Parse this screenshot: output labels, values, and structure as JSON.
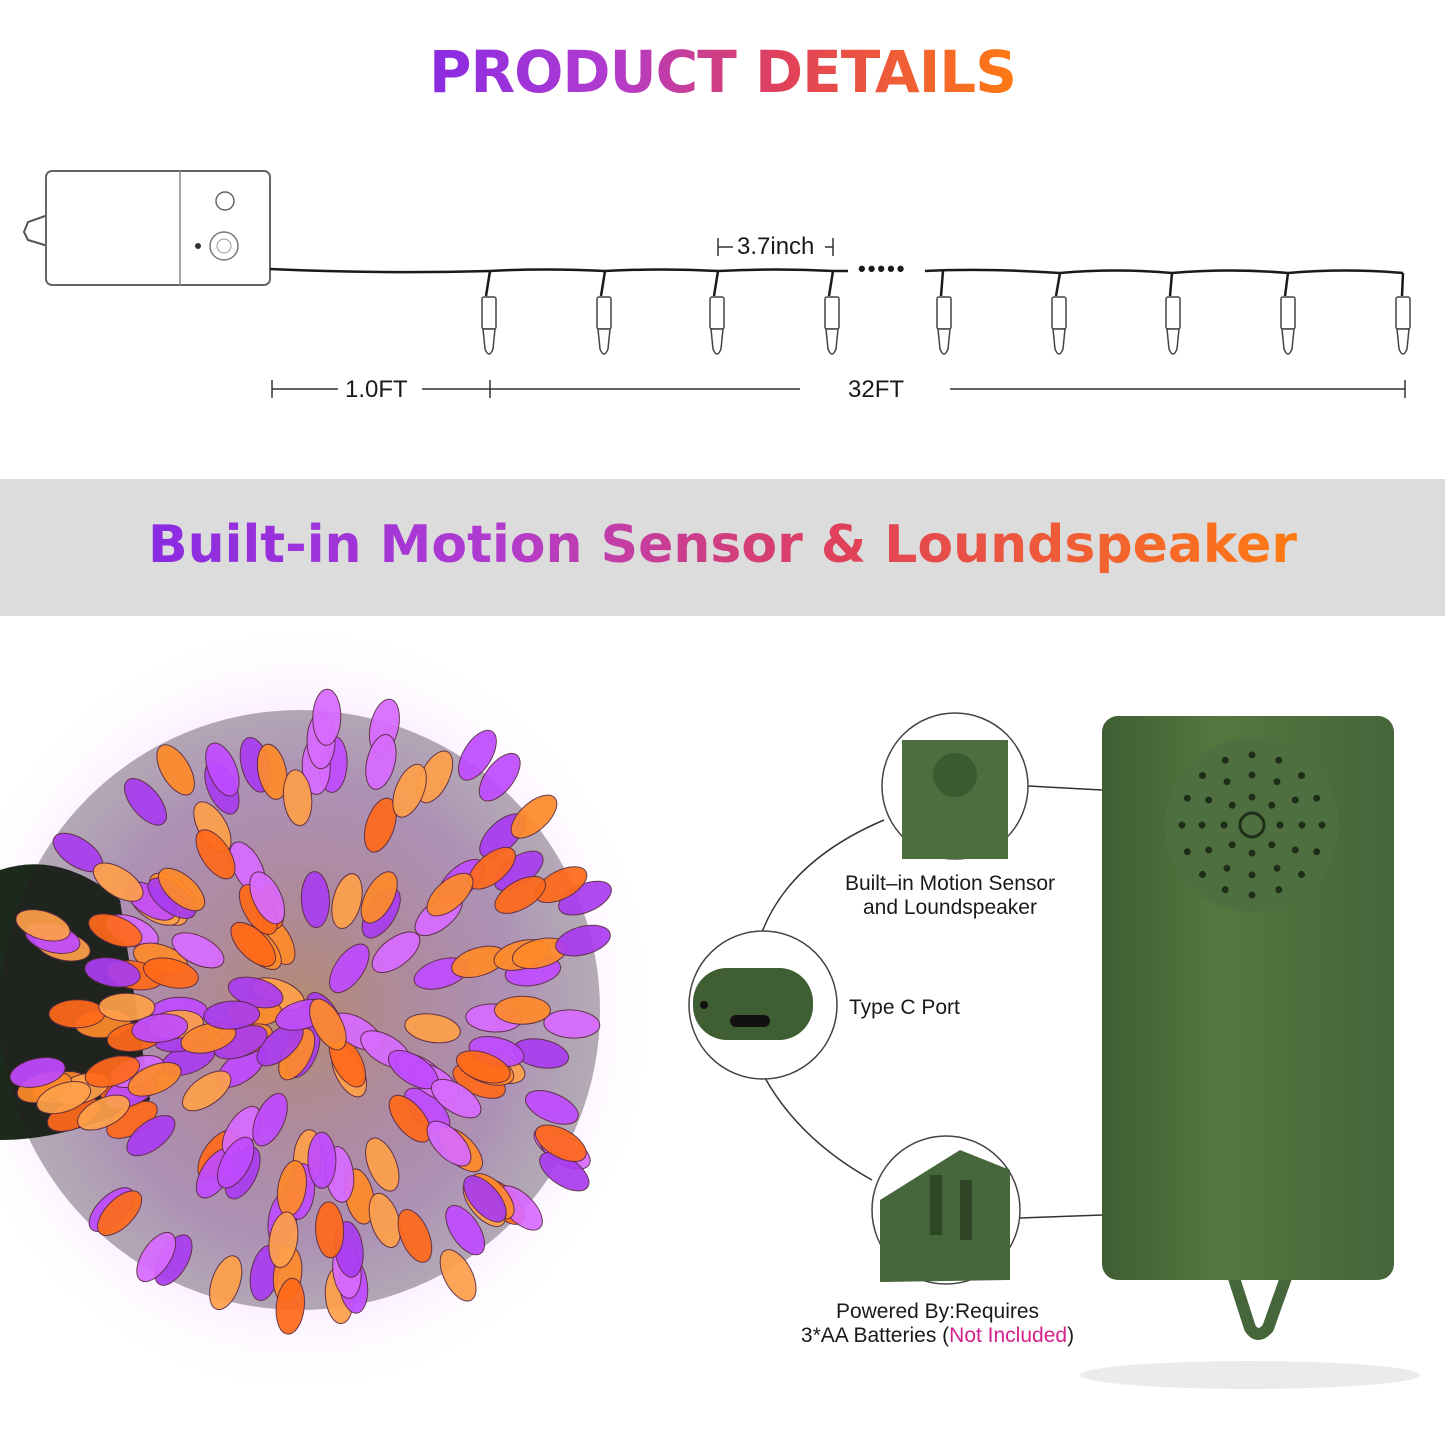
{
  "header": {
    "title_part1": "PRODUCT",
    "title_part2": "DETAILS"
  },
  "diagram": {
    "spacing_label": "3.7inch",
    "lead_length_label": "1.0FT",
    "total_length_label": "32FT",
    "ellipsis": "•••••"
  },
  "feature_band": {
    "headline": "Built-in Motion Sensor & Loundspeaker"
  },
  "callouts": {
    "sensor_line1": "Built–in Motion Sensor",
    "sensor_line2": "and Loundspeaker",
    "port": "Type C Port",
    "battery_line1": "Powered By:Requires",
    "battery_line2_prefix": "3*AA Batteries (",
    "battery_highlight": "Not Included",
    "battery_line2_suffix": ")"
  },
  "colors": {
    "purple": "#8a2be2",
    "orange": "#ff7a12",
    "box_green": "#4b6b3e",
    "highlight_pink": "#d4218b"
  }
}
